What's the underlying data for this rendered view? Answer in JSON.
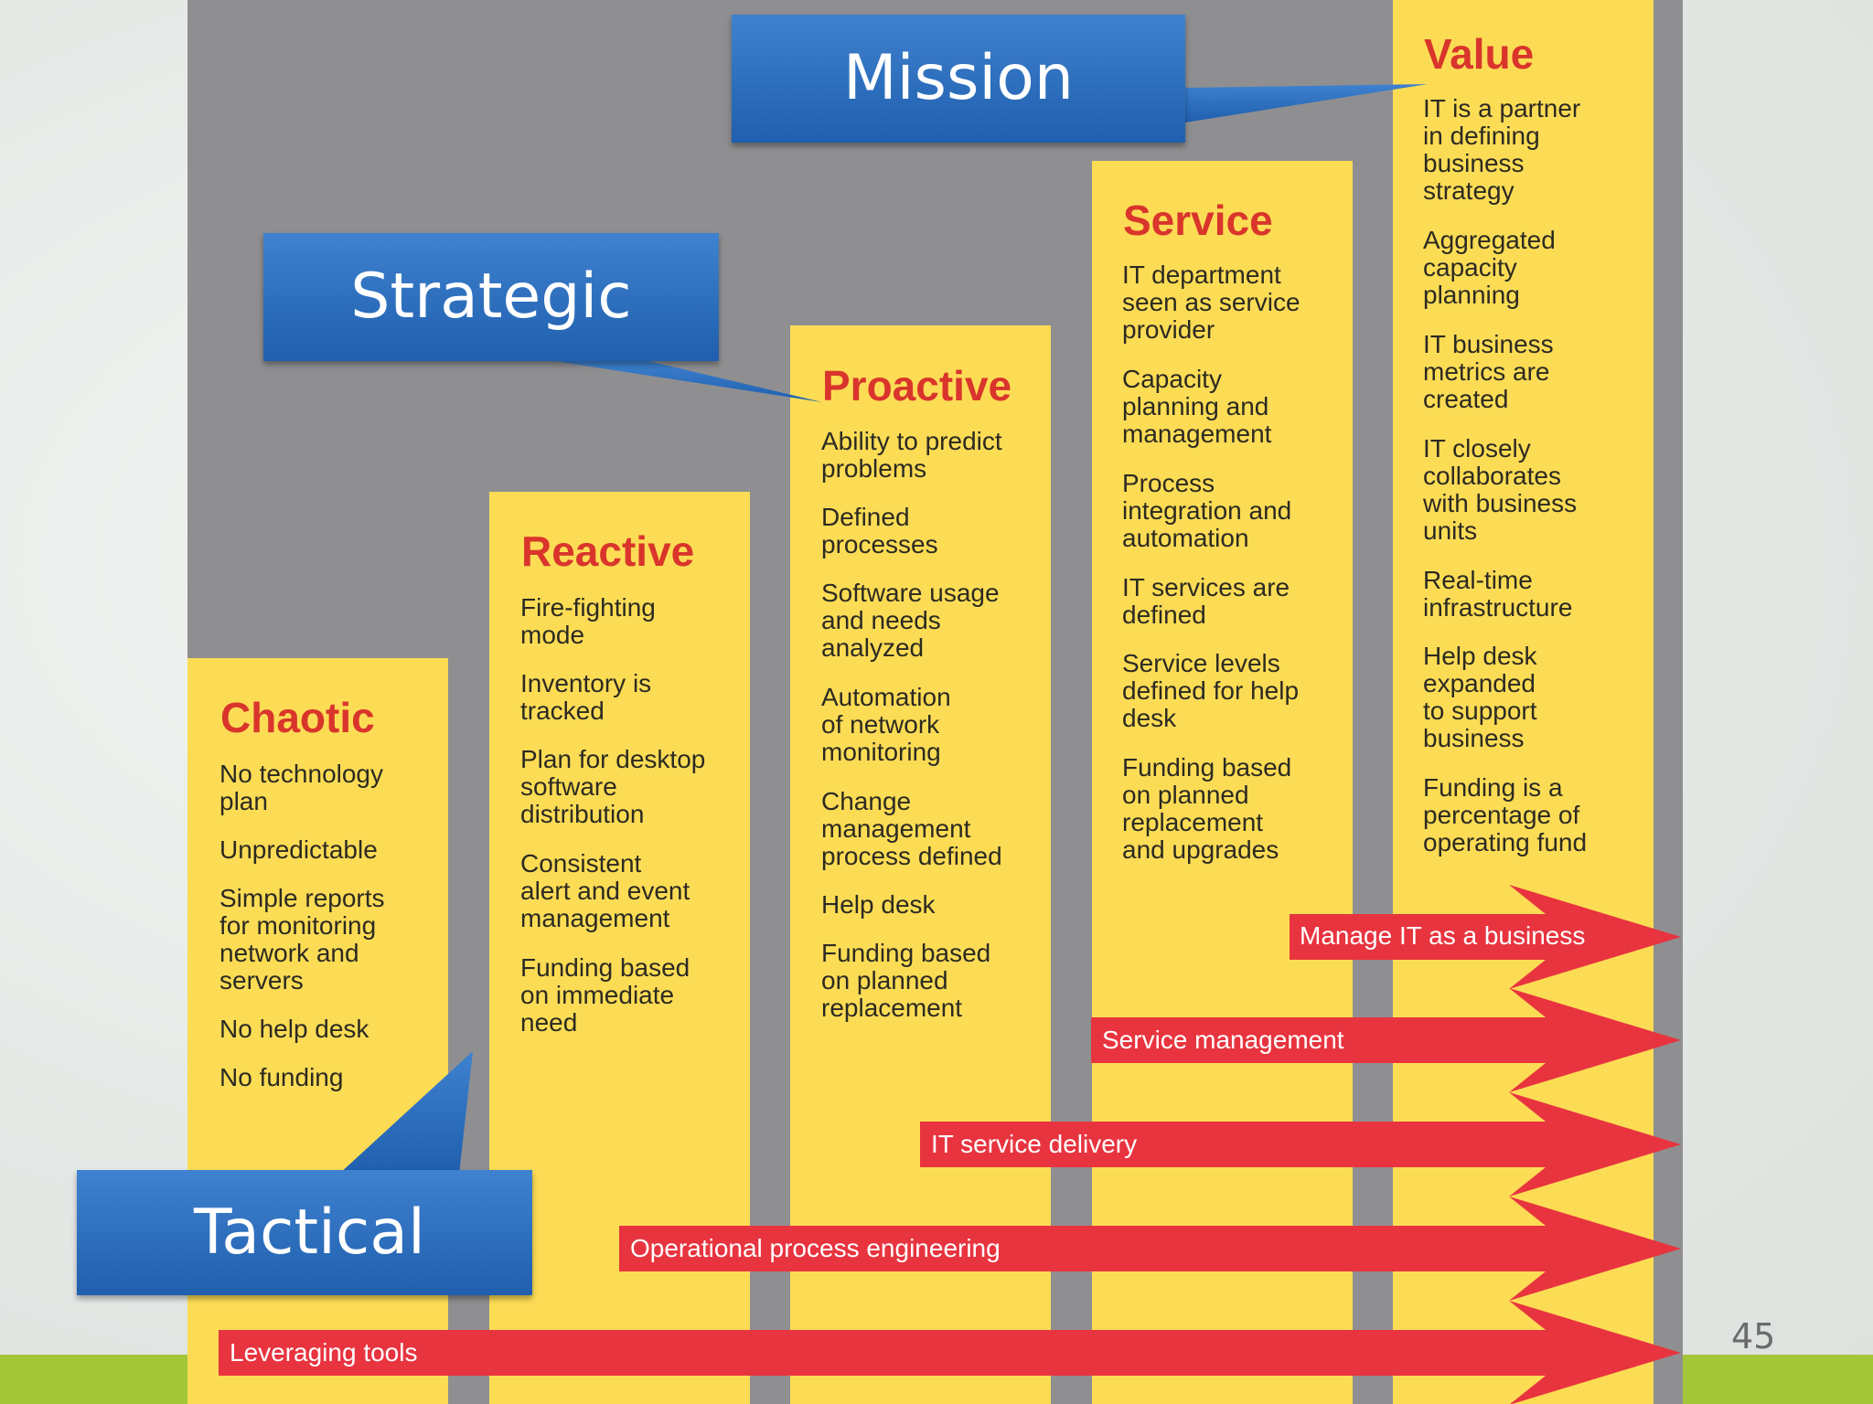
{
  "columns": [
    {
      "title": "Chaotic",
      "items": [
        "No technology\nplan",
        "Unpredictable",
        "Simple reports\nfor monitoring\nnetwork and\nservers",
        "No help desk",
        "No funding"
      ]
    },
    {
      "title": "Reactive",
      "items": [
        "Fire-fighting\nmode",
        "Inventory is\ntracked",
        "Plan for desktop\nsoftware\ndistribution",
        "Consistent\nalert and event\nmanagement",
        "Funding based\non immediate\nneed"
      ]
    },
    {
      "title": "Proactive",
      "items": [
        "Ability to predict\nproblems",
        "Defined\nprocesses",
        "Software usage\nand needs\nanalyzed",
        "Automation\nof network\nmonitoring",
        "Change\nmanagement\nprocess defined",
        "Help desk",
        "Funding based\non planned\nreplacement"
      ]
    },
    {
      "title": "Service",
      "items": [
        "IT department\nseen as service\nprovider",
        "Capacity\nplanning and\nmanagement",
        "Process\nintegration and\nautomation",
        "IT services are\ndefined",
        "Service levels\ndefined for help\ndesk",
        "Funding based\non planned\nreplacement\nand upgrades"
      ]
    },
    {
      "title": "Value",
      "items": [
        "IT is a partner\nin defining\nbusiness\nstrategy",
        "Aggregated\ncapacity\nplanning",
        "IT business\nmetrics are\ncreated",
        "IT closely\ncollaborates\nwith business\nunits",
        "Real-time\ninfrastructure",
        "Help desk\nexpanded\nto support\nbusiness",
        "Funding is a\npercentage of\noperating fund"
      ]
    }
  ],
  "arrows": [
    "Manage IT as a business",
    "Service management",
    "IT service delivery",
    "Operational process engineering",
    "Leveraging tools"
  ],
  "callouts": {
    "mission": "Mission",
    "strategic": "Strategic",
    "tactical": "Tactical"
  },
  "page_number": "45",
  "colors": {
    "column": "#fcdc55",
    "title": "#d9352c",
    "arrow": "#e8343f",
    "callout": "#2a6bbd",
    "panel": "#8f8f91",
    "strip": "#a4c638"
  }
}
